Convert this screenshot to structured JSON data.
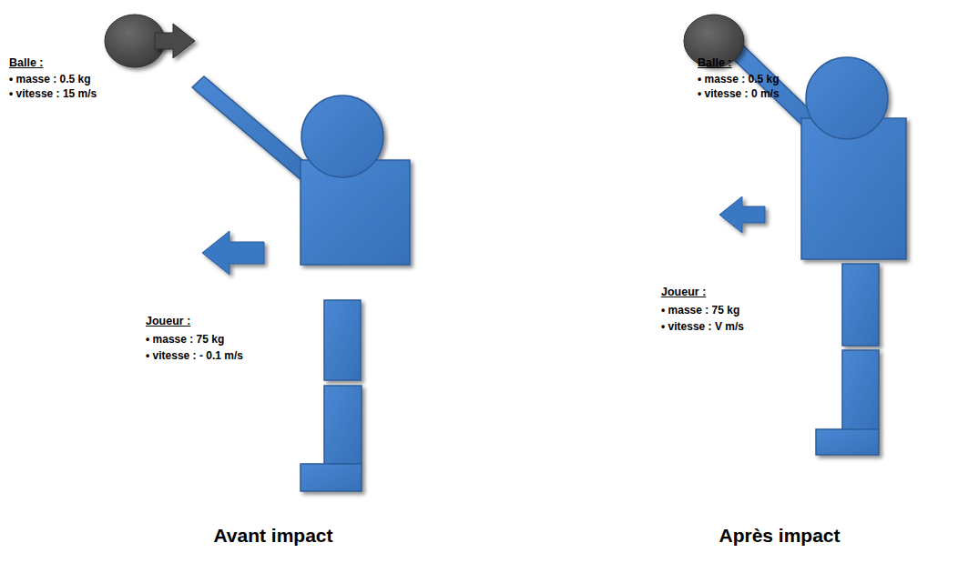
{
  "diagram": {
    "labels": [
      "Balle :",
      "• masse : 0.5 kg",
      "• vitesse : 15 m/s",
      "Joueur :",
      "• masse : 75 kg",
      "• vitesse : - 0.1 m/s",
      "Balle :",
      "• masse : 0.5 kg",
      "• vitesse : 0 m/s",
      "Joueur :",
      "• masse : 75 kg",
      "• vitesse : V m/s",
      "Avant impact",
      "Après impact"
    ]
  }
}
